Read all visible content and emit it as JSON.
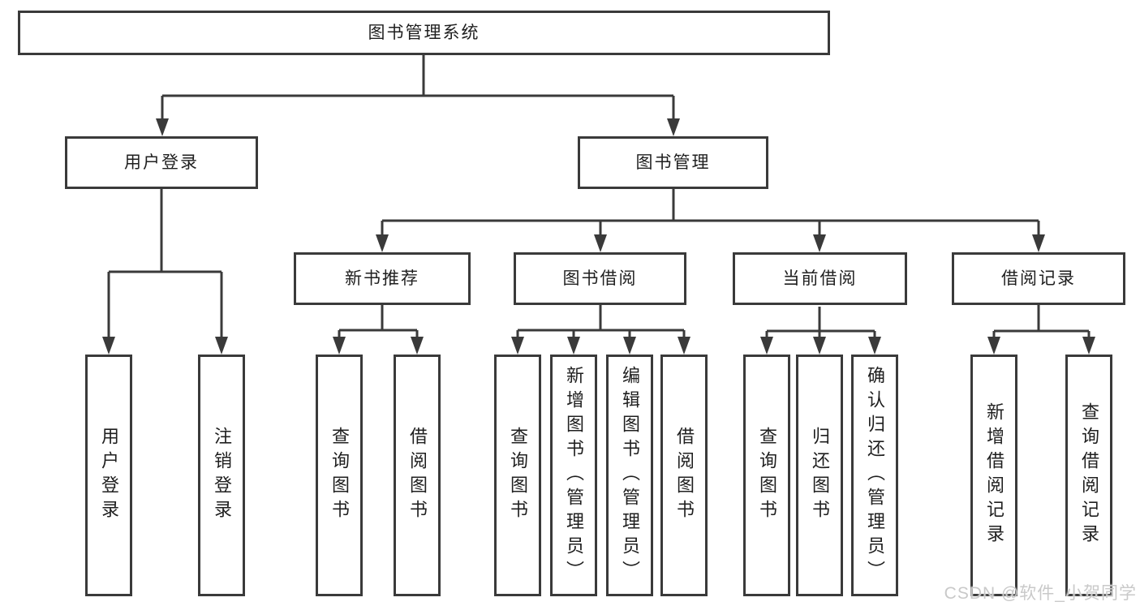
{
  "diagram": {
    "root": {
      "label": "图书管理系统"
    },
    "level2": [
      {
        "label": "用户登录"
      },
      {
        "label": "图书管理"
      }
    ],
    "level3": [
      {
        "label": "新书推荐"
      },
      {
        "label": "图书借阅"
      },
      {
        "label": "当前借阅"
      },
      {
        "label": "借阅记录"
      }
    ],
    "leaves": {
      "user_login": [
        {
          "label": "用户登录"
        },
        {
          "label": "注销登录"
        }
      ],
      "new_book_recommend": [
        {
          "label": "查询图书"
        },
        {
          "label": "借阅图书"
        }
      ],
      "book_borrowing": [
        {
          "label": "查询图书"
        },
        {
          "label": "新增图书（管理员）"
        },
        {
          "label": "编辑图书（管理员）"
        },
        {
          "label": "借阅图书"
        }
      ],
      "current_borrowing": [
        {
          "label": "查询图书"
        },
        {
          "label": "归还图书"
        },
        {
          "label": "确认归还（管理员）"
        }
      ],
      "borrowing_records": [
        {
          "label": "新增借阅记录"
        },
        {
          "label": "查询借阅记录"
        }
      ]
    },
    "watermark": "CSDN @软件_小贺同学",
    "colors": {
      "line": "#3a3a3a",
      "text": "#1f1f1f",
      "watermark": "#c9c9c9",
      "background": "#ffffff"
    }
  }
}
